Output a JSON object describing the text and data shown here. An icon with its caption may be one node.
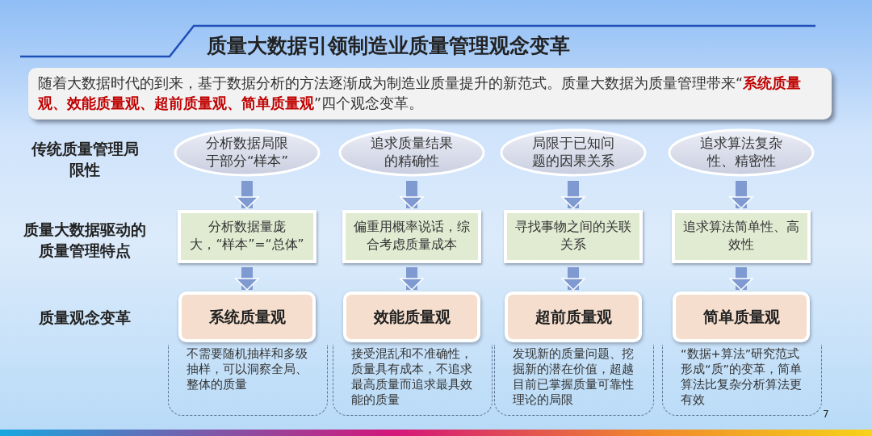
{
  "diagram": {
    "title": "质量大数据引领制造业质量管理观念变革",
    "nodes": [
      {
        "text": [
          "随着大数据时代的到来，基于数据分析的方法逐渐成为制造业质量提升的新范式。质量大数据为质量管理带来“**系统质量观、效能质量观、超前质量观、简单质量观**”四个观念变革。"
        ]
      },
      {
        "text": [
          "分析数据局限于部分“样本”"
        ]
      },
      {
        "text": [
          "追求质量结果的精确性"
        ]
      },
      {
        "text": [
          "局限于已知问题的因果关系"
        ]
      },
      {
        "text": [
          "追求算法复杂性、精密性"
        ]
      },
      {
        "text": [
          "分析数据量庞大，“样本”=“总体”"
        ]
      },
      {
        "text": [
          "偏重用概率说话，综合考虑质量成本"
        ]
      },
      {
        "text": [
          "寻找事物之间的关联关系"
        ]
      },
      {
        "text": [
          "追求算法简单性、高效性"
        ]
      },
      {
        "text": [
          "系统质量观"
        ]
      },
      {
        "text": [
          "效能质量观"
        ]
      },
      {
        "text": [
          "超前质量观"
        ]
      },
      {
        "text": [
          "简单质量观"
        ]
      },
      {
        "text": [
          "不需要随机抽样和多级抽样，可以洞察全局、整体的质量"
        ]
      },
      {
        "text": [
          "接受混乱和不准确性，质量具有成本，不追求最高质量而追求最具效能的质量"
        ]
      },
      {
        "text": [
          "发现新的质量问题、挖掘新的潜在价值，超越目前已掌握质量可靠性理论的局限"
        ]
      },
      {
        "text": [
          "“数据+算法”研究范式形成“质”的变革，简单算法比复杂分析算法更有效"
        ]
      }
    ],
    "edges": [
      {
        "from": 1,
        "to": 5,
        "arrow": "to"
      },
      {
        "from": 2,
        "to": 6,
        "arrow": "to"
      },
      {
        "from": 3,
        "to": 7,
        "arrow": "to"
      },
      {
        "from": 4,
        "to": 8,
        "arrow": "to"
      },
      {
        "from": 5,
        "to": 9,
        "arrow": "to"
      },
      {
        "from": 6,
        "to": 10,
        "arrow": "to"
      },
      {
        "from": 7,
        "to": 11,
        "arrow": "to"
      },
      {
        "from": 8,
        "to": 12,
        "arrow": "to"
      }
    ],
    "labels": [
      "传统质量管理局限性",
      "质量大数据驱动的质量管理特点",
      "质量观念变革",
      "7"
    ]
  }
}
